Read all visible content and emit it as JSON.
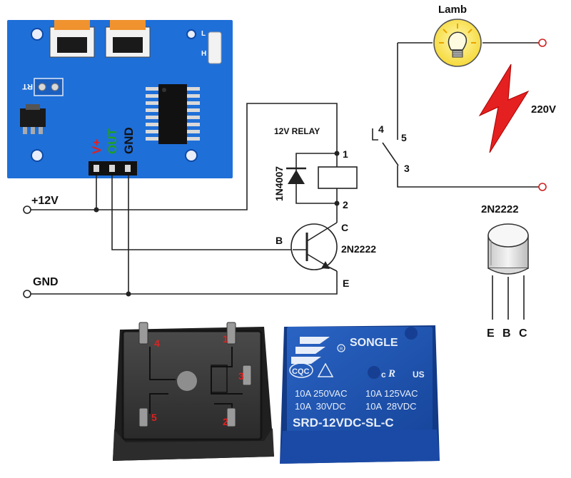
{
  "board": {
    "pin_labels": [
      {
        "text": "V+",
        "color": "#e02020"
      },
      {
        "text": "OUT",
        "color": "#20a020"
      },
      {
        "text": "GND",
        "color": "#111111"
      }
    ],
    "silk_rt": "RT",
    "silk_l": "L",
    "silk_h": "H",
    "board_color": "#1f6fd8"
  },
  "schematic": {
    "supply_label": "+12V",
    "ground_label": "GND",
    "relay_title": "12V RELAY",
    "diode_label": "1N4007",
    "coil_pin_top": "1",
    "coil_pin_bottom": "2",
    "transistor": {
      "label": "2N2222",
      "base": "B",
      "collector": "C",
      "emitter": "E"
    },
    "switch": {
      "pin_nc": "4",
      "pin_no": "5",
      "pin_com": "3"
    },
    "lamp_label": "Lamb",
    "voltage_label": "220V"
  },
  "package": {
    "label": "2N2222",
    "pins": [
      "E",
      "B",
      "C"
    ]
  },
  "relay_bottom": {
    "pin_numbers": [
      "4",
      "1",
      "3",
      "5",
      "2"
    ],
    "pin_color": "#e02020"
  },
  "relay_top": {
    "brand": "SONGLE",
    "cert1": "CQC",
    "cert2": "c",
    "cert3": "US",
    "rating_rows": [
      [
        "10A 250VAC",
        "10A 125VAC"
      ],
      [
        "10A  30VDC",
        "10A  28VDC"
      ]
    ],
    "model": "SRD-12VDC-SL-C",
    "body_color": "#1d56b8"
  }
}
